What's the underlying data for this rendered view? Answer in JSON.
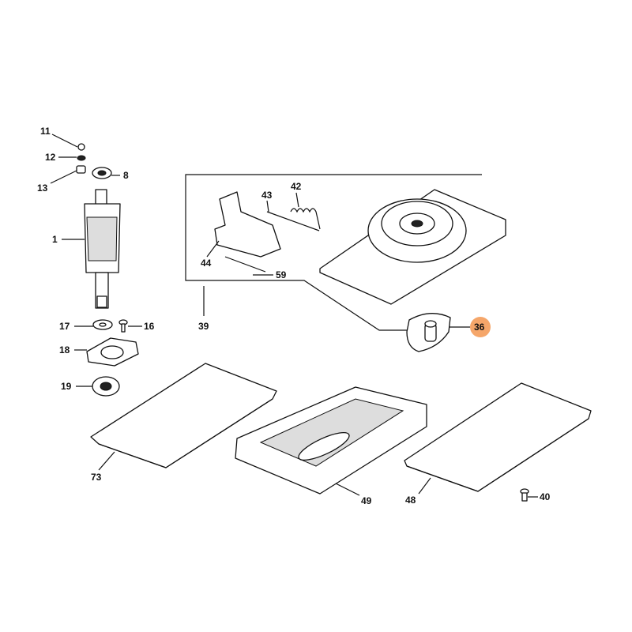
{
  "diagram": {
    "highlight_color": "#F5A66A",
    "callouts": {
      "p11": "11",
      "p12": "12",
      "p13": "13",
      "p8": "8",
      "p1": "1",
      "p17": "17",
      "p16": "16",
      "p18": "18",
      "p19": "19",
      "p43": "43",
      "p42": "42",
      "p44": "44",
      "p59": "59",
      "p39": "39",
      "p36": "36",
      "p73": "73",
      "p49": "49",
      "p48": "48",
      "p40": "40"
    },
    "highlighted_part": "36"
  }
}
